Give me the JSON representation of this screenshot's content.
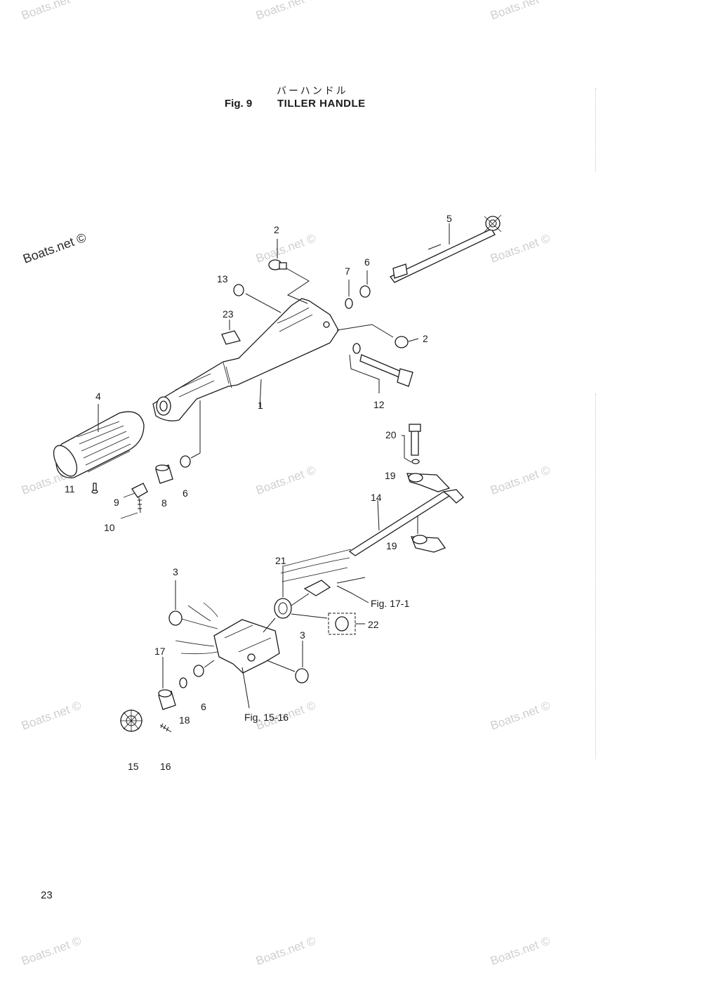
{
  "header": {
    "title_jp": "バーハンドル",
    "fig_number": "Fig. 9",
    "fig_title": "TILLER HANDLE"
  },
  "watermark": "Boats.net ©",
  "page_number": "23",
  "callouts": {
    "p1": "1",
    "p2a": "2",
    "p2b": "2",
    "p3a": "3",
    "p3b": "3",
    "p4": "4",
    "p5": "5",
    "p6a": "6",
    "p6b": "6",
    "p6c": "6",
    "p7": "7",
    "p8": "8",
    "p9": "9",
    "p10": "10",
    "p11": "11",
    "p12": "12",
    "p13": "13",
    "p14": "14",
    "p15": "15",
    "p16": "16",
    "p17": "17",
    "p18": "18",
    "p19a": "19",
    "p19b": "19",
    "p20": "20",
    "p21": "21",
    "p22": "22",
    "p23": "23"
  },
  "references": {
    "fig17": "Fig. 17-1",
    "fig15": "Fig. 15-16"
  }
}
